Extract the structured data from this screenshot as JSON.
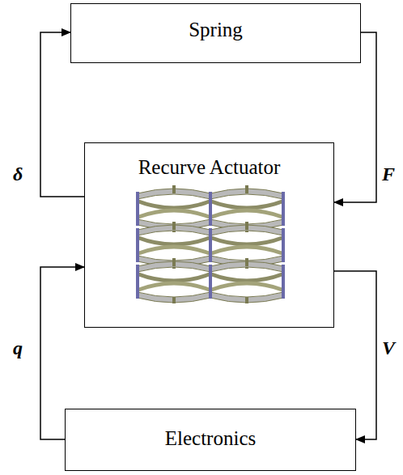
{
  "diagram": {
    "nodes": [
      {
        "text": [
          "Spring"
        ]
      },
      {
        "text": [
          "Recurve Actuator"
        ]
      },
      {
        "text": [
          "Electronics"
        ]
      }
    ],
    "edges": [
      {
        "from": 1,
        "to": 0,
        "label": "δ",
        "arrow": "to"
      },
      {
        "from": 0,
        "to": 1,
        "label": "F",
        "arrow": "to"
      },
      {
        "from": 1,
        "to": 2,
        "label": "V",
        "arrow": "to"
      },
      {
        "from": 2,
        "to": 1,
        "label": "q",
        "arrow": "to"
      }
    ]
  }
}
